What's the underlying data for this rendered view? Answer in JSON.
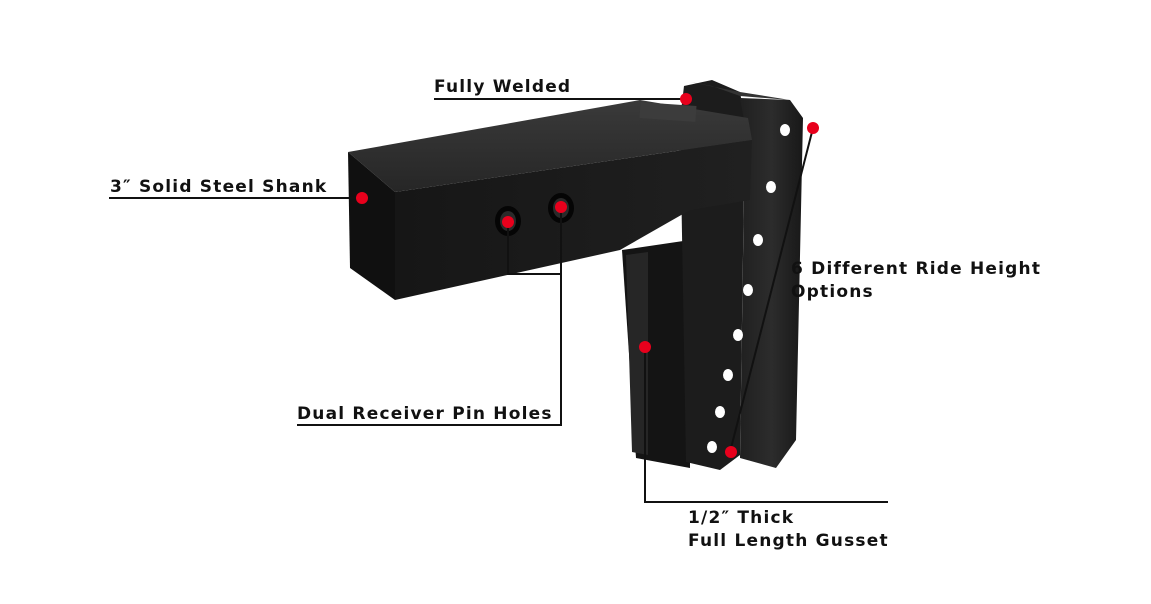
{
  "callouts": {
    "fully_welded": "Fully Welded",
    "solid_shank": "3″ Solid Steel Shank",
    "ride_height": {
      "line1": "6 Different Ride Height",
      "line2": "Options"
    },
    "pin_holes": "Dual Receiver Pin Holes",
    "gusset": {
      "line1": "1/2″ Thick",
      "line2": "Full Length Gusset"
    }
  },
  "colors": {
    "marker": "#e8001c",
    "steel": "#1b1b1b",
    "line": "#111111",
    "background": "#ffffff"
  }
}
